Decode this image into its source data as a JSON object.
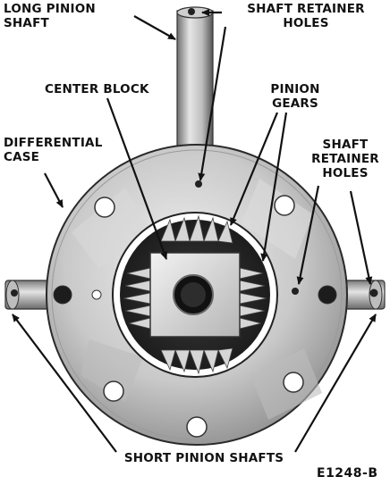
{
  "figure": {
    "code": "E1248-B",
    "labels": {
      "long_pinion_shaft": "LONG PINION\nSHAFT",
      "shaft_retainer_holes_top": "SHAFT RETAINER\nHOLES",
      "center_block": "CENTER BLOCK",
      "pinion_gears": "PINION\nGEARS",
      "differential_case": "DIFFERENTIAL\nCASE",
      "shaft_retainer_holes_right": "SHAFT\nRETAINER\nHOLES",
      "short_pinion_shafts": "SHORT PINION SHAFTS"
    }
  },
  "colors": {
    "metal_light": "#d8d8d8",
    "metal_mid": "#a8a8a8",
    "metal_dark": "#5a5a5a",
    "ink": "#111111"
  }
}
